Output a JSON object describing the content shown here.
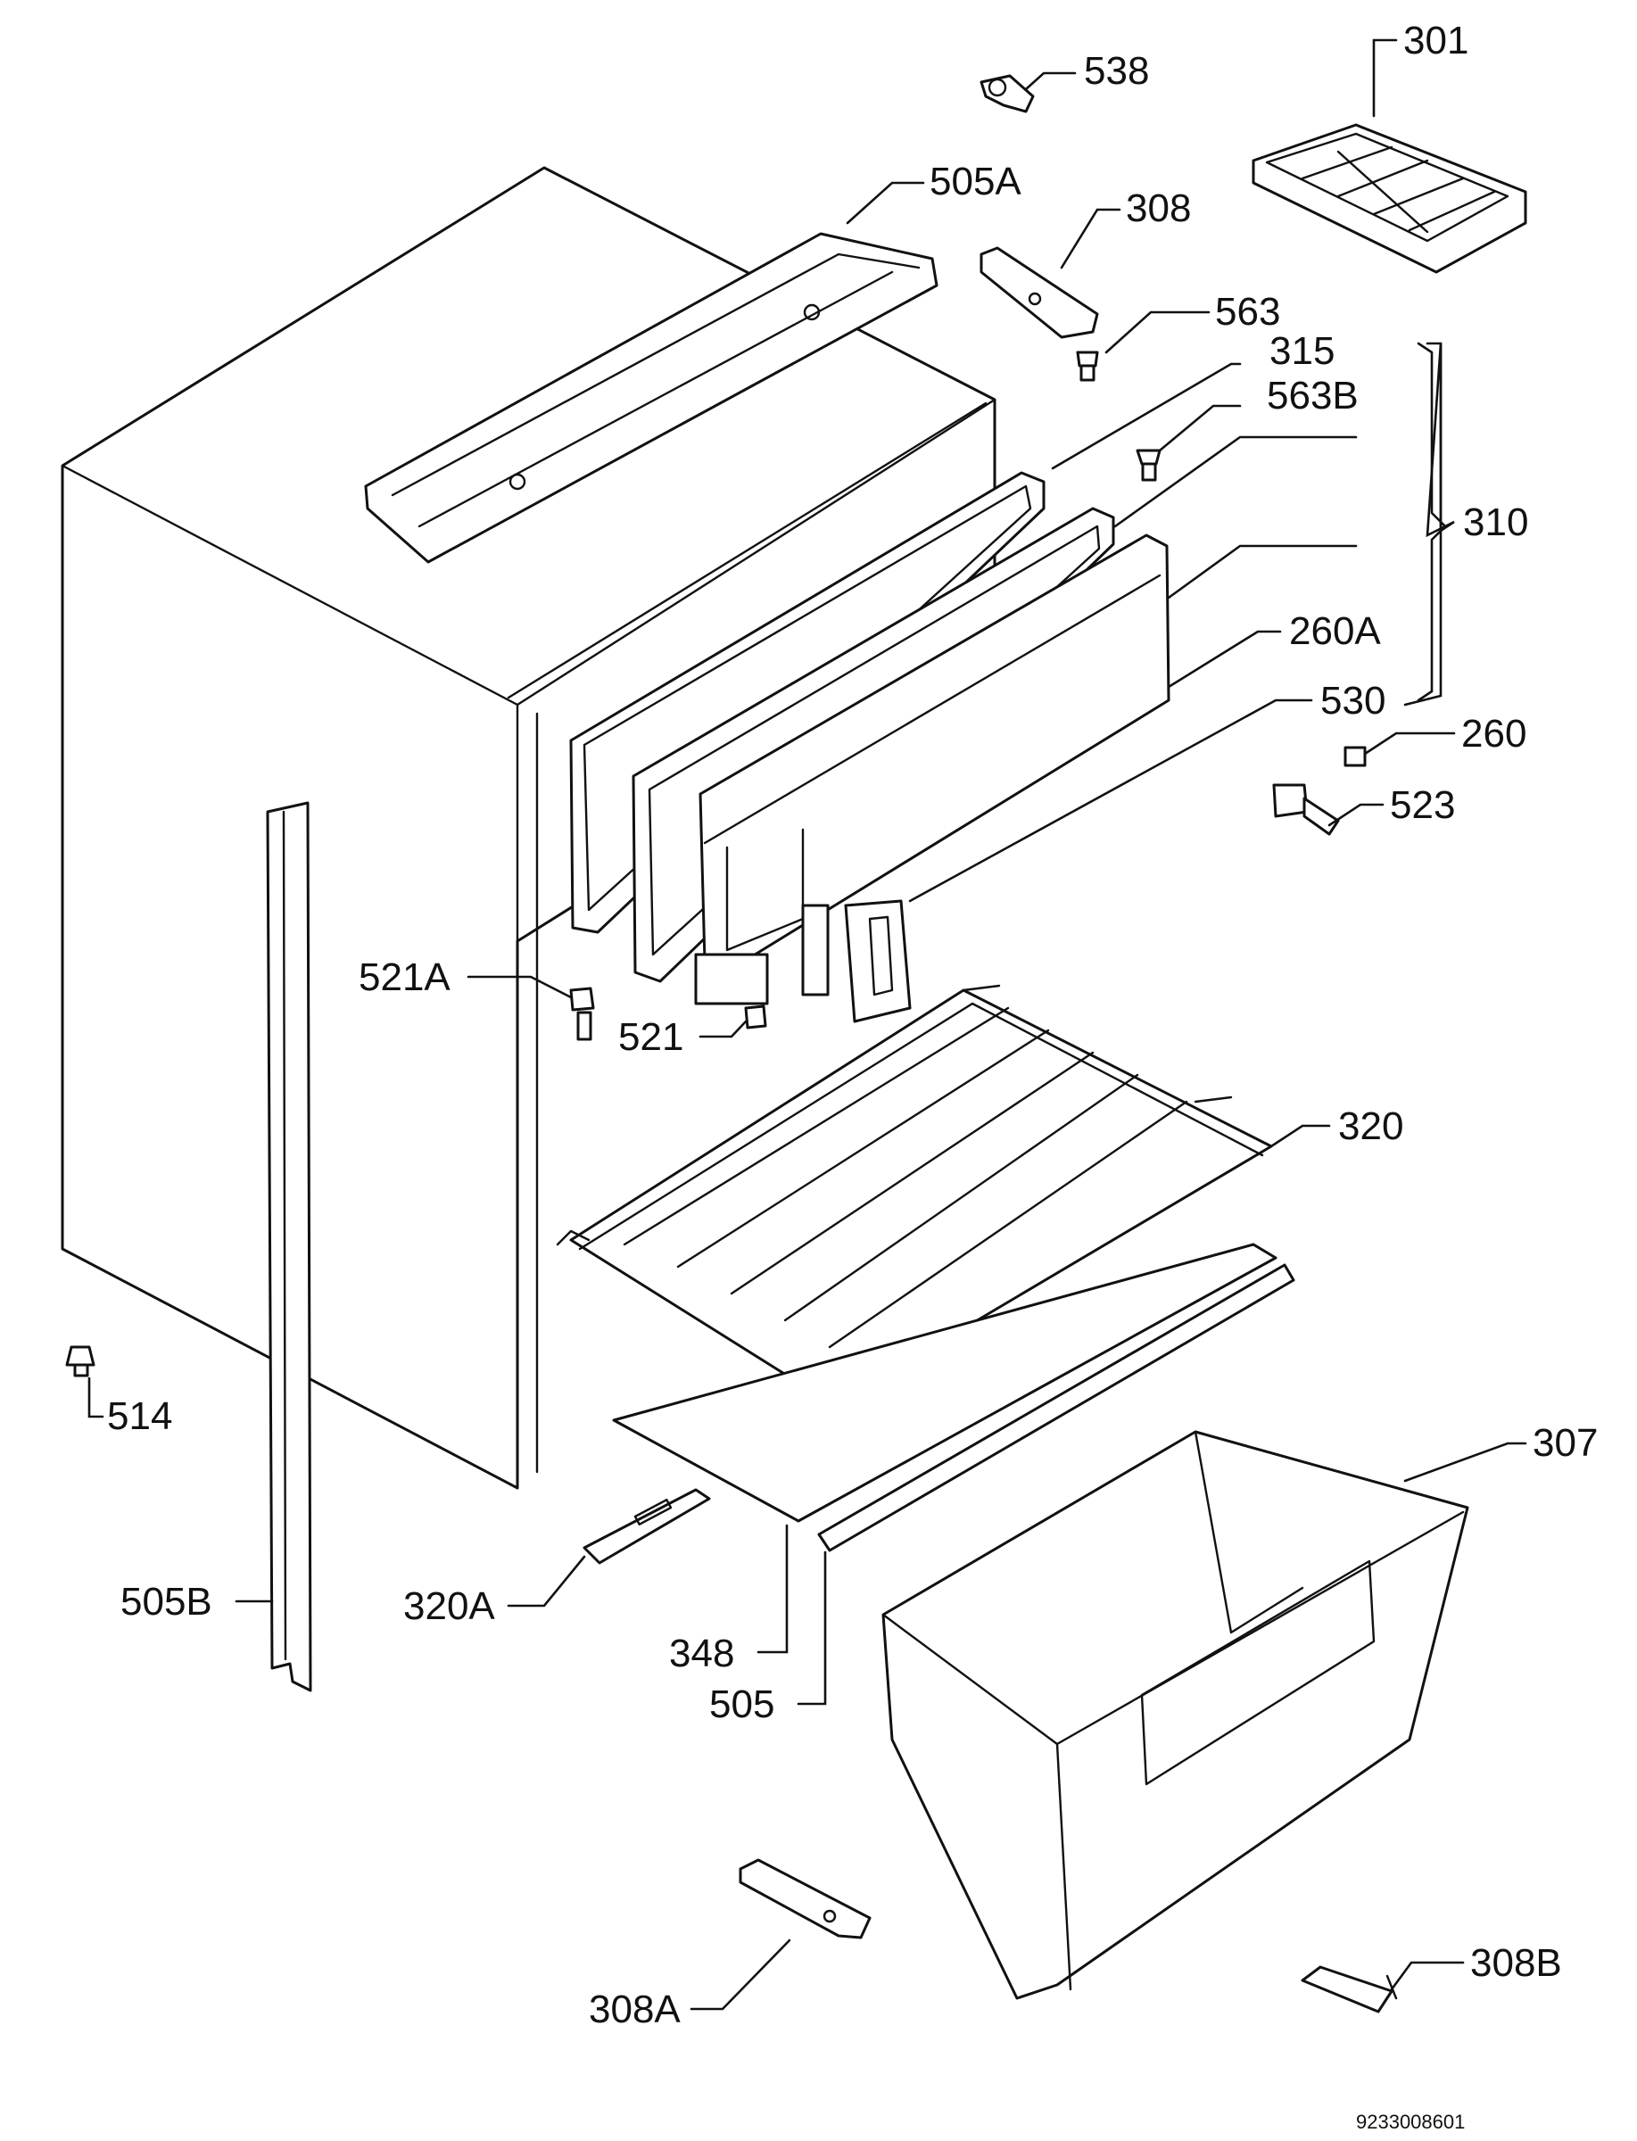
{
  "diagram": {
    "doc_number": "9233008601",
    "labels": {
      "p538": "538",
      "p301": "301",
      "p505A": "505A",
      "p308": "308",
      "p563": "563",
      "p315": "315",
      "p563B": "563B",
      "p310": "310",
      "p260A": "260A",
      "p530": "530",
      "p260": "260",
      "p523": "523",
      "p521A": "521A",
      "p521": "521",
      "p320": "320",
      "p514": "514",
      "p307": "307",
      "p505B": "505B",
      "p320A": "320A",
      "p348": "348",
      "p505": "505",
      "p308A": "308A",
      "p308B": "308B"
    }
  }
}
